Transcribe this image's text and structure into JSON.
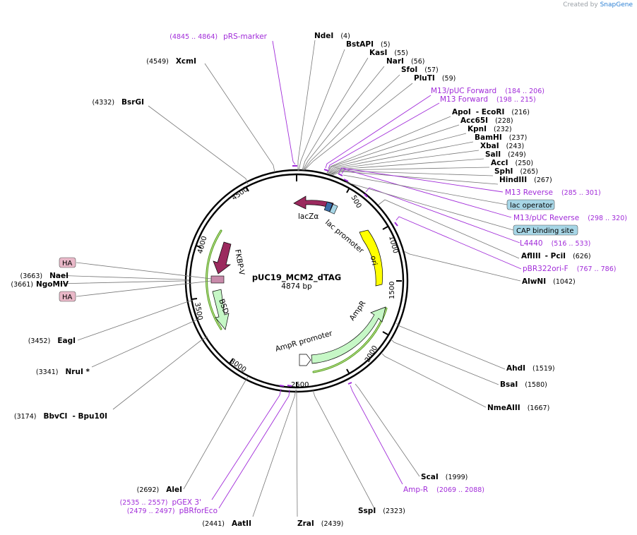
{
  "credit": {
    "prefix": "Created by",
    "brand": "SnapGene"
  },
  "plasmid": {
    "name": "pUC19_MCM2_dTAG",
    "length": "4874 bp"
  },
  "ticks": [
    "500",
    "1000",
    "1500",
    "2000",
    "2500",
    "3000",
    "3500",
    "4000",
    "4500"
  ],
  "enzymes": {
    "ndei": {
      "name": "NdeI",
      "pos": "(4)"
    },
    "bstapi": {
      "name": "BstAPI",
      "pos": "(5)"
    },
    "kasi": {
      "name": "KasI",
      "pos": "(55)"
    },
    "nari": {
      "name": "NarI",
      "pos": "(56)"
    },
    "sfoi": {
      "name": "SfoI",
      "pos": "(57)"
    },
    "pluti": {
      "name": "PluTI",
      "pos": "(59)"
    },
    "apoi": {
      "name": "ApoI",
      "sep": "- EcoRI",
      "pos": "(216)"
    },
    "acc65i": {
      "name": "Acc65I",
      "pos": "(228)"
    },
    "kpni": {
      "name": "KpnI",
      "pos": "(232)"
    },
    "bamhi": {
      "name": "BamHI",
      "pos": "(237)"
    },
    "xbai": {
      "name": "XbaI",
      "pos": "(243)"
    },
    "sali": {
      "name": "SalI",
      "pos": "(249)"
    },
    "acci": {
      "name": "AccI",
      "pos": "(250)"
    },
    "sphi": {
      "name": "SphI",
      "pos": "(265)"
    },
    "hindiii": {
      "name": "HindIII",
      "pos": "(267)"
    },
    "afliii": {
      "name": "AflIII",
      "sep": "- PciI",
      "pos": "(626)"
    },
    "alwni": {
      "name": "AlwNI",
      "pos": "(1042)"
    },
    "ahdi": {
      "name": "AhdI",
      "pos": "(1519)"
    },
    "bsai": {
      "name": "BsaI",
      "pos": "(1580)"
    },
    "nmeaiii": {
      "name": "NmeAIII",
      "pos": "(1667)"
    },
    "scai": {
      "name": "ScaI",
      "pos": "(1999)"
    },
    "sspi": {
      "name": "SspI",
      "pos": "(2323)"
    },
    "zrai": {
      "name": "ZraI",
      "pos": "(2439)"
    },
    "aatii": {
      "name": "AatII",
      "pos": "(2441)"
    },
    "alei": {
      "name": "AleI",
      "pos": "(2692)"
    },
    "bbvci": {
      "name": "BbvCI",
      "sep": "- Bpu10I",
      "pos": "(3174)"
    },
    "nrui": {
      "name": "NruI *",
      "pos": "(3341)"
    },
    "eagi": {
      "name": "EagI",
      "pos": "(3452)"
    },
    "ngomiv": {
      "name": "NgoMIV",
      "pos": "(3661)"
    },
    "naei": {
      "name": "NaeI",
      "pos": "(3663)"
    },
    "bsrgi": {
      "name": "BsrGI",
      "pos": "(4332)"
    },
    "xcmi": {
      "name": "XcmI",
      "pos": "(4549)"
    }
  },
  "primers": {
    "prs": {
      "name": "pRS-marker",
      "pos": "(4845 .. 4864)"
    },
    "m13puc_fwd": {
      "name": "M13/pUC Forward",
      "pos": "(184 .. 206)"
    },
    "m13_fwd": {
      "name": "M13 Forward",
      "pos": "(198 .. 215)"
    },
    "m13_rev": {
      "name": "M13 Reverse",
      "pos": "(285 .. 301)"
    },
    "m13puc_rev": {
      "name": "M13/pUC Reverse",
      "pos": "(298 .. 320)"
    },
    "l4440": {
      "name": "L4440",
      "pos": "(516 .. 533)"
    },
    "pbr322": {
      "name": "pBR322ori-F",
      "pos": "(767 .. 786)"
    },
    "ampr": {
      "name": "Amp-R",
      "pos": "(2069 .. 2088)"
    },
    "pgex": {
      "name": "pGEX 3'",
      "pos": "(2535 .. 2557)"
    },
    "pbrforeco": {
      "name": "pBRforEco",
      "pos": "(2479 .. 2497)"
    }
  },
  "boxed": {
    "lac_operator": "lac operator",
    "cap_site": "CAP binding site",
    "ha1": "HA",
    "ha2": "HA"
  },
  "features": {
    "lacz": "lacZα",
    "lac_promoter": "lac promoter",
    "ori": "ori",
    "ampr": "AmpR",
    "ampr_promoter": "AmpR promoter",
    "fkbp": "FKBP-V",
    "bsd": "BSD"
  },
  "colors": {
    "primer": "#a12cd9",
    "lacz": "#9b2a5e",
    "ori": "#ffff00",
    "ampr": "#c6f7c6",
    "bsd": "#c6f7c6",
    "fkbp": "#9b2a5e",
    "box_blue": "#a7d6e6",
    "box_pink": "#e9b8c8",
    "green_arc": "#4c9a1a"
  }
}
